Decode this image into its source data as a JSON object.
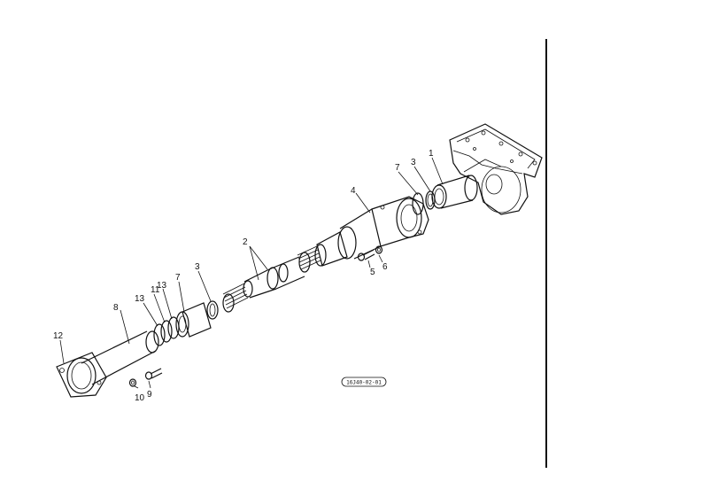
{
  "diagram": {
    "callouts": [
      {
        "id": "c1a",
        "text": "1"
      },
      {
        "id": "c3a",
        "text": "3"
      },
      {
        "id": "c7a",
        "text": "7"
      },
      {
        "id": "c4",
        "text": "4"
      },
      {
        "id": "c2",
        "text": "2"
      },
      {
        "id": "c6",
        "text": "6"
      },
      {
        "id": "c5",
        "text": "5"
      },
      {
        "id": "c3b",
        "text": "3"
      },
      {
        "id": "c13a",
        "text": "13"
      },
      {
        "id": "c11",
        "text": "11"
      },
      {
        "id": "c13b",
        "text": "13"
      },
      {
        "id": "c7b",
        "text": "7"
      },
      {
        "id": "c8",
        "text": "8"
      },
      {
        "id": "c12",
        "text": "12"
      },
      {
        "id": "c10",
        "text": "10"
      },
      {
        "id": "c9",
        "text": "9"
      }
    ],
    "drawing_code": "16J40-02-01"
  }
}
